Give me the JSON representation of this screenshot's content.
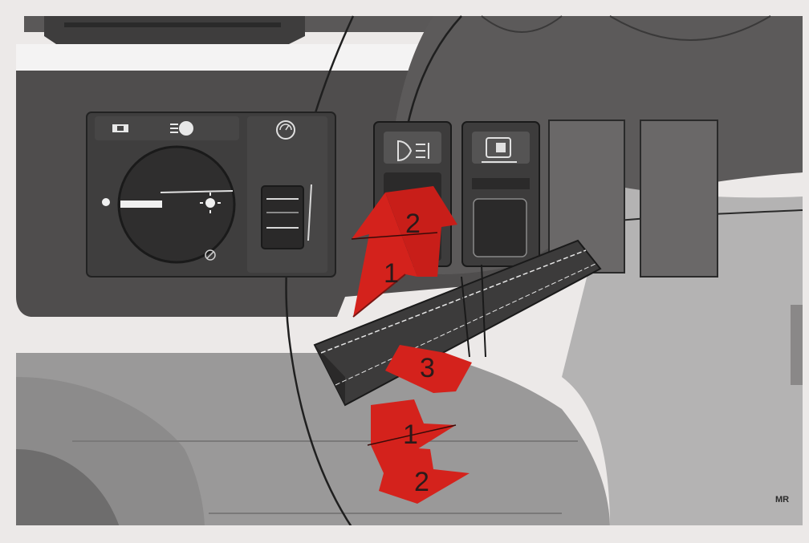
{
  "arrows": {
    "upper_1": "1",
    "upper_2": "2",
    "stalk_3": "3",
    "lower_1": "1",
    "lower_2": "2"
  },
  "corner_label": "MR",
  "colors": {
    "arrow_red": "#d4221c",
    "panel_dark": "#4a4848",
    "dash_gray": "#9e9e9e",
    "background": "#ece9e8"
  },
  "icons": [
    "parking-light-icon",
    "headlight-icon",
    "instrument-dimmer-icon",
    "rear-fog-light-icon",
    "seat-heater-icon"
  ]
}
